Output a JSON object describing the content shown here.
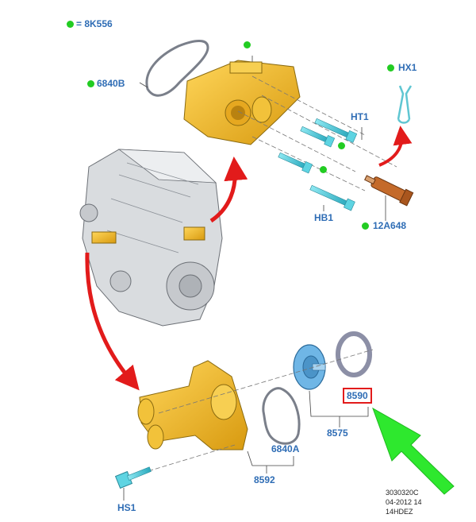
{
  "legend": {
    "text": "= 8K556",
    "dot_color": "#22cc22"
  },
  "labels": {
    "p6840B": "6840B",
    "hx1": "HX1",
    "ht1": "HT1",
    "hb1": "HB1",
    "p12A648": "12A648",
    "p8590": "8590",
    "p8575": "8575",
    "p6840A": "6840A",
    "p8592": "8592",
    "hs1": "HS1"
  },
  "stamp": {
    "line1": "3030320C",
    "line2": "04-2012 14",
    "line3": "14HDEZ"
  },
  "colors": {
    "label_blue": "#2f6db5",
    "part_yellow": "#f2b81f",
    "arrow_red": "#e21b1b",
    "highlight_green": "#2ee82e",
    "part_cyan": "#4fc9d9",
    "part_orange": "#c46a2a"
  }
}
